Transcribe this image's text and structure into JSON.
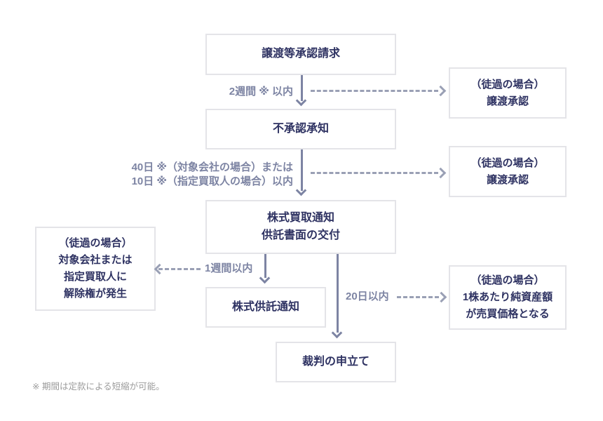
{
  "nodes": {
    "request": {
      "lines": [
        "譲渡等承認請求"
      ]
    },
    "disapproval": {
      "lines": [
        "不承認承知"
      ]
    },
    "purchase": {
      "lines": [
        "株式買取通知",
        "供託書面の交付"
      ]
    },
    "deposit": {
      "lines": [
        "株式供託通知"
      ]
    },
    "court": {
      "lines": [
        "裁判の申立て"
      ]
    },
    "lapse_top": {
      "lines": [
        "（徒過の場合）",
        "譲渡承認"
      ]
    },
    "lapse_mid": {
      "lines": [
        "（徒過の場合）",
        "譲渡承認"
      ]
    },
    "lapse_left": {
      "lines": [
        "（徒過の場合）",
        "対象会社または",
        "指定買取人に",
        "解除権が発生"
      ]
    },
    "lapse_price": {
      "lines": [
        "（徒過の場合）",
        "1株あたり純資産額",
        "が売買価格となる"
      ]
    }
  },
  "edge_labels": {
    "two_weeks": "2週間 ※ 以内",
    "days40_line1": "40日 ※（対象会社の場合）または",
    "days40_line2": "10日 ※（指定買取人の場合）以内",
    "one_week": "1週間以内",
    "twenty_days": "20日以内"
  },
  "footnote": "※ 期間は定款による短縮が可能。",
  "colors": {
    "box_text": "#2e3262",
    "box_border": "#e4e4e8",
    "solid_arrow": "#7d84a3",
    "dotted_arrow": "#9aa0b5",
    "footnote_text": "#9b9b9b",
    "background": "#ffffff"
  }
}
